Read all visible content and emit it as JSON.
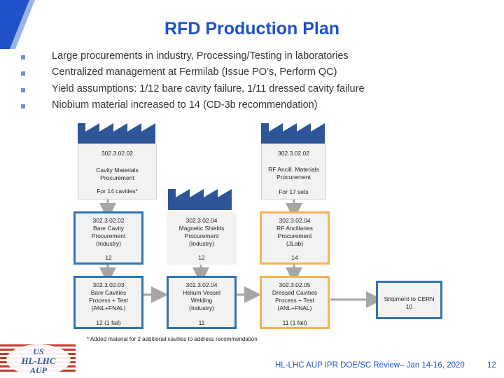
{
  "title": "RFD Production Plan",
  "bullets": [
    "Large procurements in industry, Processing/Testing in laboratories",
    "Centralized management at Fermilab (Issue PO’s, Perform QC)",
    "Yield assumptions: 1/12 bare cavity failure, 1/11 dressed cavity failure",
    "Niobium material increased to 14 (CD-3b recommendation)"
  ],
  "factories": {
    "left": {
      "code": "302.3.02.02",
      "name_line1": "Cavity Materials",
      "name_line2": "Procurement",
      "qty": "For 14 cavities*"
    },
    "middle": {},
    "right": {
      "code": "302.3.02.02",
      "name_line1": "RF Ancill. Materials",
      "name_line2": "Procurement",
      "qty": "For 17 sets"
    }
  },
  "cards": {
    "r1c1": {
      "lines": [
        "302.3.02.02",
        "Bare Cavity",
        "Procurement",
        "(Industry)"
      ],
      "qty": "12"
    },
    "r1c2": {
      "lines": [
        "302.3.02.04",
        "Magnetic Shields",
        "Procurement",
        "(Industry)"
      ],
      "qty": "12"
    },
    "r1c3": {
      "lines": [
        "302.3.02.04",
        "RF Ancillaries",
        "Procurement",
        "(JLab)"
      ],
      "qty": "14"
    },
    "r2c1": {
      "lines": [
        "302.3.02.03",
        "Bare Cavities",
        "Process + Test",
        "(ANL+FNAL)"
      ],
      "qty": "12 (1 fail)"
    },
    "r2c2": {
      "lines": [
        "302.3.02.04",
        "Helium Vessel",
        "Welding",
        "(Industry)"
      ],
      "qty": "11"
    },
    "r2c3": {
      "lines": [
        "302.3.02.05",
        "Dressed Cavities",
        "Process + Test",
        "(ANL+FNAL)"
      ],
      "qty": "11 (1 fail)"
    },
    "ship": {
      "lines": [
        "Shipment to CERN",
        "10"
      ],
      "qty": ""
    }
  },
  "footnote": "* Added material for 2 additional cavities to address recommendation",
  "footer": "HL-LHC AUP IPR DOE/SC Review– Jan 14-16, 2020",
  "page_number": "12",
  "logo": {
    "line1": "US",
    "line2": "HL-LHC",
    "line3": "AUP"
  },
  "colors": {
    "accent": "#1f52c8",
    "blue_border": "#2e74b5",
    "orange_border": "#f4b350",
    "arrow": "#a6a6a6"
  }
}
